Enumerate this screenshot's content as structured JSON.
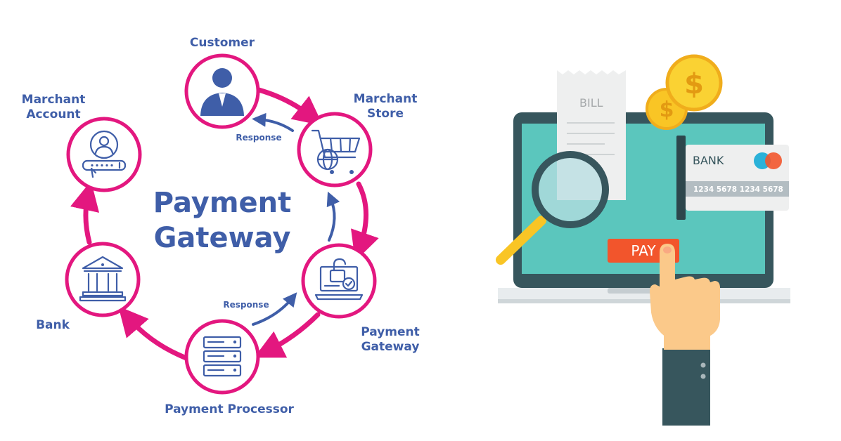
{
  "diagram": {
    "center_title_line1": "Payment",
    "center_title_line2": "Gateway",
    "nodes": {
      "customer": "Customer",
      "merchant_store_line1": "Marchant",
      "merchant_store_line2": "Store",
      "payment_gateway_line1": "Payment",
      "payment_gateway_line2": "Gateway",
      "payment_processor": "Payment Processor",
      "bank": "Bank",
      "merchant_account_line1": "Marchant",
      "merchant_account_line2": "Account"
    },
    "response_top": "Response",
    "response_bottom": "Response"
  },
  "illustration": {
    "bill_label": "BILL",
    "card_bank_label": "BANK",
    "card_number": "1234 5678 1234 5678",
    "pay_button": "PAY",
    "coin_symbol": "$"
  },
  "colors": {
    "cycle_pink": "#e3177f",
    "diagram_blue": "#3f5ea8",
    "screen_teal": "#5bc6bd",
    "laptop_frame": "#37565d",
    "pay_red": "#f2552c",
    "coin_gold": "#f9c525"
  },
  "icons": {
    "customer": "user-tie-icon",
    "merchant_store": "shopping-cart-globe-icon",
    "payment_gateway": "laptop-lock-check-icon",
    "payment_processor": "server-stack-icon",
    "bank": "bank-building-icon",
    "merchant_account": "user-password-icon"
  }
}
